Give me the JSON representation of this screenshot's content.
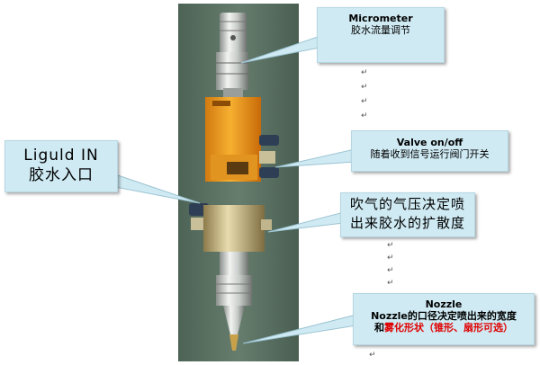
{
  "callouts": {
    "micrometer": {
      "title": "Micrometer",
      "subtitle": "胶水流量调节"
    },
    "valve": {
      "title": "Valve on/off",
      "subtitle": "随着收到信号运行阀门开关"
    },
    "liquid_in": {
      "line1": "Liguld IN",
      "line2": "胶水入口"
    },
    "air": {
      "line1": "吹气的气压决定喷",
      "line2": "出来胶水的扩散度"
    },
    "nozzle": {
      "title": "Nozzle",
      "line2": "Nozzle的口径决定喷出来的宽度",
      "line3_prefix": "和",
      "line3_highlight": "雾化形状（锥形、扇形可选）"
    }
  },
  "paragraph_mark": "↵",
  "colors": {
    "callout_bg": "#cfeaf3",
    "highlight": "#e00000",
    "photo_bg": "#556b5c",
    "valve_body": "#f0a020"
  }
}
